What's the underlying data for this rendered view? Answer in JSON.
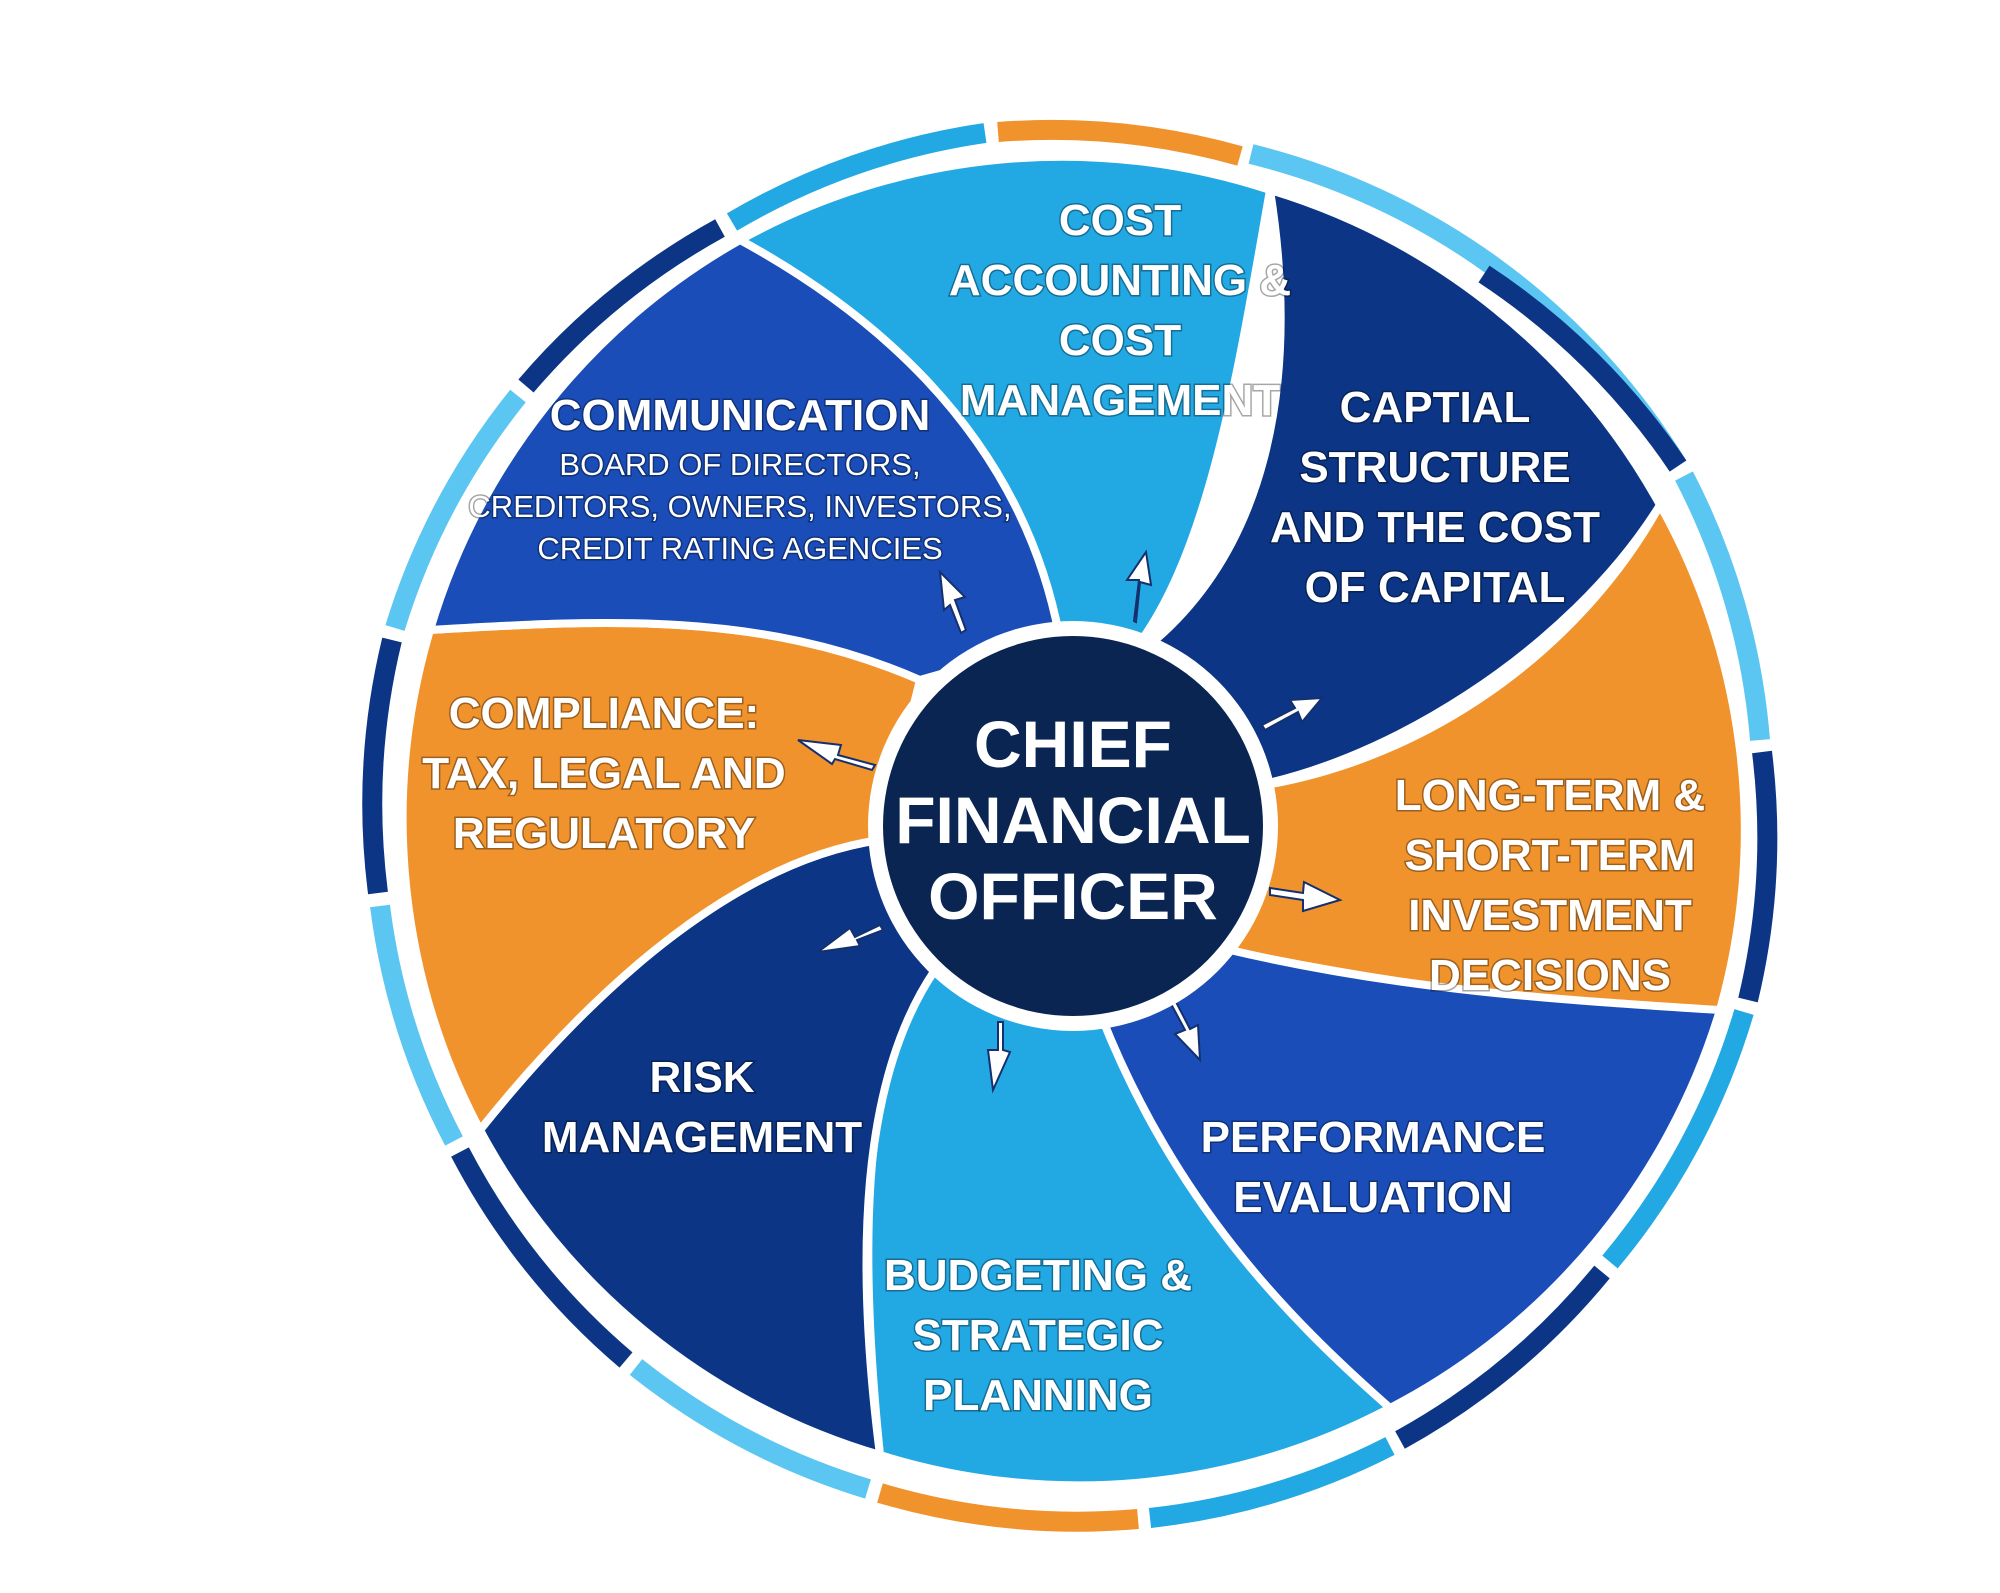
{
  "center": {
    "lines": [
      "CHIEF",
      "FINANCIAL",
      "OFFICER"
    ]
  },
  "segments": [
    {
      "id": "cost-accounting",
      "lines": [
        "COST",
        "ACCOUNTING &",
        "COST",
        "MANAGEMENT"
      ]
    },
    {
      "id": "capital-structure",
      "lines": [
        "CAPTIAL",
        "STRUCTURE",
        "AND THE COST",
        "OF CAPITAL"
      ]
    },
    {
      "id": "investment-decisions",
      "lines": [
        "LONG-TERM &",
        "SHORT-TERM",
        "INVESTMENT",
        "DECISIONS"
      ]
    },
    {
      "id": "performance-evaluation",
      "lines": [
        "PERFORMANCE",
        "EVALUATION"
      ]
    },
    {
      "id": "budgeting",
      "lines": [
        "BUDGETING &",
        "STRATEGIC",
        "PLANNING"
      ]
    },
    {
      "id": "risk-management",
      "lines": [
        "RISK",
        "MANAGEMENT"
      ]
    },
    {
      "id": "compliance",
      "lines": [
        "COMPLIANCE:",
        "TAX, LEGAL AND",
        "REGULATORY"
      ]
    },
    {
      "id": "communication",
      "title": "COMMUNICATION",
      "lines": [
        "BOARD OF DIRECTORS,",
        "CREDITORS, OWNERS, INVESTORS,",
        "CREDIT RATING AGENCIES"
      ]
    }
  ],
  "colors": {
    "light_blue": "#22a8e3",
    "royal_blue": "#1a4db8",
    "navy": "#0c3585",
    "orange": "#f0932d",
    "center_navy": "#0a2552",
    "ring_sky": "#5cc6f2"
  }
}
